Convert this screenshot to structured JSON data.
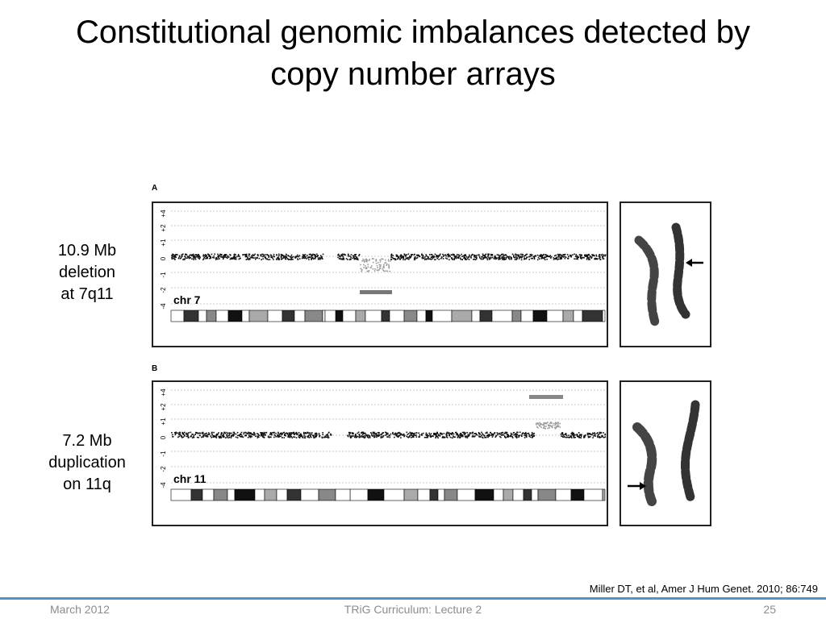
{
  "slide": {
    "title_line1": "Constitutional genomic imbalances detected by",
    "title_line2": "copy number arrays",
    "label_a": [
      "10.9 Mb",
      "deletion",
      "at 7q11"
    ],
    "label_b": [
      "7.2 Mb",
      "duplication",
      "on 11q"
    ],
    "citation": "Miller DT, et al, Amer J Hum Genet. 2010; 86:749",
    "footer": {
      "date": "March 2012",
      "course": "TRiG Curriculum: Lecture 2",
      "page": "25"
    }
  },
  "figure": {
    "panels": [
      {
        "letter": "A",
        "chromosome": "chr 7",
        "y_ticks": [
          "+4",
          "+2",
          "+1",
          "0",
          "-1",
          "-2",
          "-4"
        ],
        "event": "deletion",
        "arrow_direction": "left"
      },
      {
        "letter": "B",
        "chromosome": "chr 11",
        "y_ticks": [
          "+4",
          "+2",
          "+1",
          "0",
          "-1",
          "-2",
          "-4"
        ],
        "event": "duplication",
        "arrow_direction": "right"
      }
    ]
  }
}
